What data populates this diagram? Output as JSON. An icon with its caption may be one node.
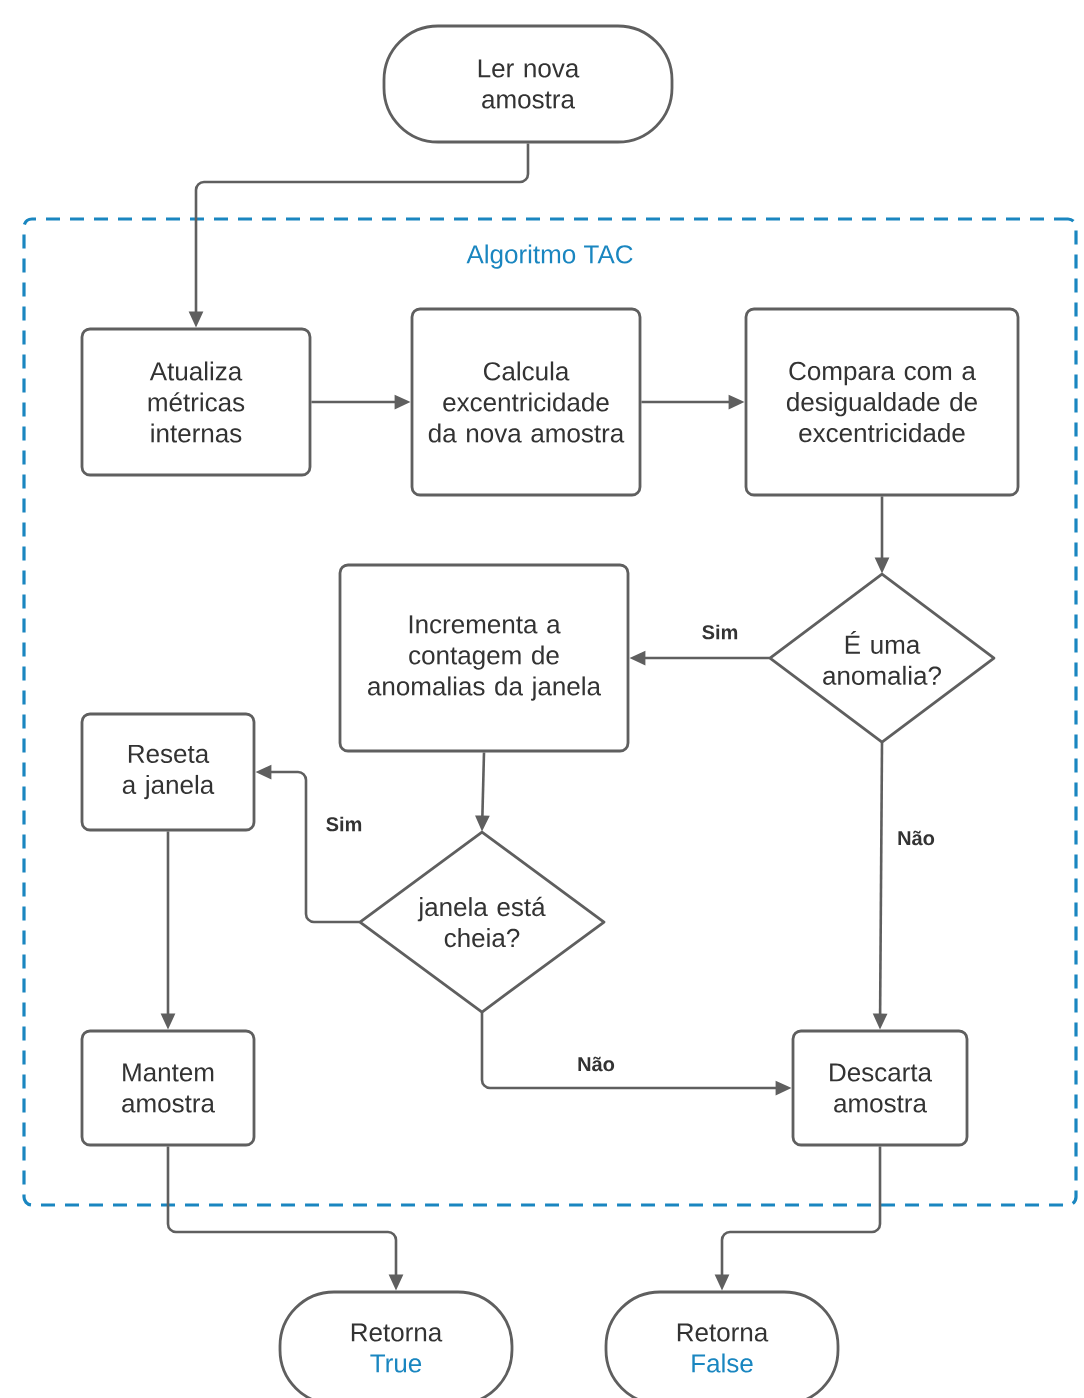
{
  "diagram": {
    "nodes": [
      {
        "text": [
          "Ler nova amostra"
        ]
      },
      {
        "text": [
          "Algoritmo TAC"
        ]
      },
      {
        "text": [
          "Atualiza métricas internas"
        ],
        "in": 1
      },
      {
        "text": [
          "Calcula excentricidade da nova amostra"
        ],
        "in": 1
      },
      {
        "text": [
          "Compara com a desigualdade de excentricidade"
        ],
        "in": 1
      },
      {
        "text": [
          "É uma anomalia?"
        ],
        "in": 1
      },
      {
        "text": [
          "Incrementa a contagem de anomalias da janela"
        ],
        "in": 1
      },
      {
        "text": [
          "Reseta a janela"
        ],
        "in": 1
      },
      {
        "text": [
          "janela está cheia?"
        ],
        "in": 1
      },
      {
        "text": [
          "Mantem amostra"
        ],
        "in": 1
      },
      {
        "text": [
          "Descarta amostra"
        ],
        "in": 1
      },
      {
        "text": [
          "Retorna",
          "True"
        ]
      },
      {
        "text": [
          "Retorna",
          "False"
        ]
      }
    ],
    "edges": [
      {
        "from": 0,
        "to": 2,
        "arrow": "to"
      },
      {
        "from": 2,
        "to": 3,
        "arrow": "to"
      },
      {
        "from": 3,
        "to": 4,
        "arrow": "to"
      },
      {
        "from": 4,
        "to": 5,
        "arrow": "to"
      },
      {
        "from": 5,
        "to": 6,
        "arrow": "to",
        "label": "Sim"
      },
      {
        "from": 6,
        "to": 8,
        "arrow": "to"
      },
      {
        "from": 8,
        "to": 7,
        "arrow": "to",
        "label": "Sim"
      },
      {
        "from": 8,
        "to": 10,
        "arrow": "to",
        "label": "Não"
      },
      {
        "from": 5,
        "to": 10,
        "arrow": "to",
        "label": "Não"
      },
      {
        "from": 7,
        "to": 9,
        "arrow": "to"
      },
      {
        "from": 9,
        "to": 11,
        "arrow": "to"
      },
      {
        "from": 10,
        "to": 12,
        "arrow": "to"
      }
    ]
  }
}
